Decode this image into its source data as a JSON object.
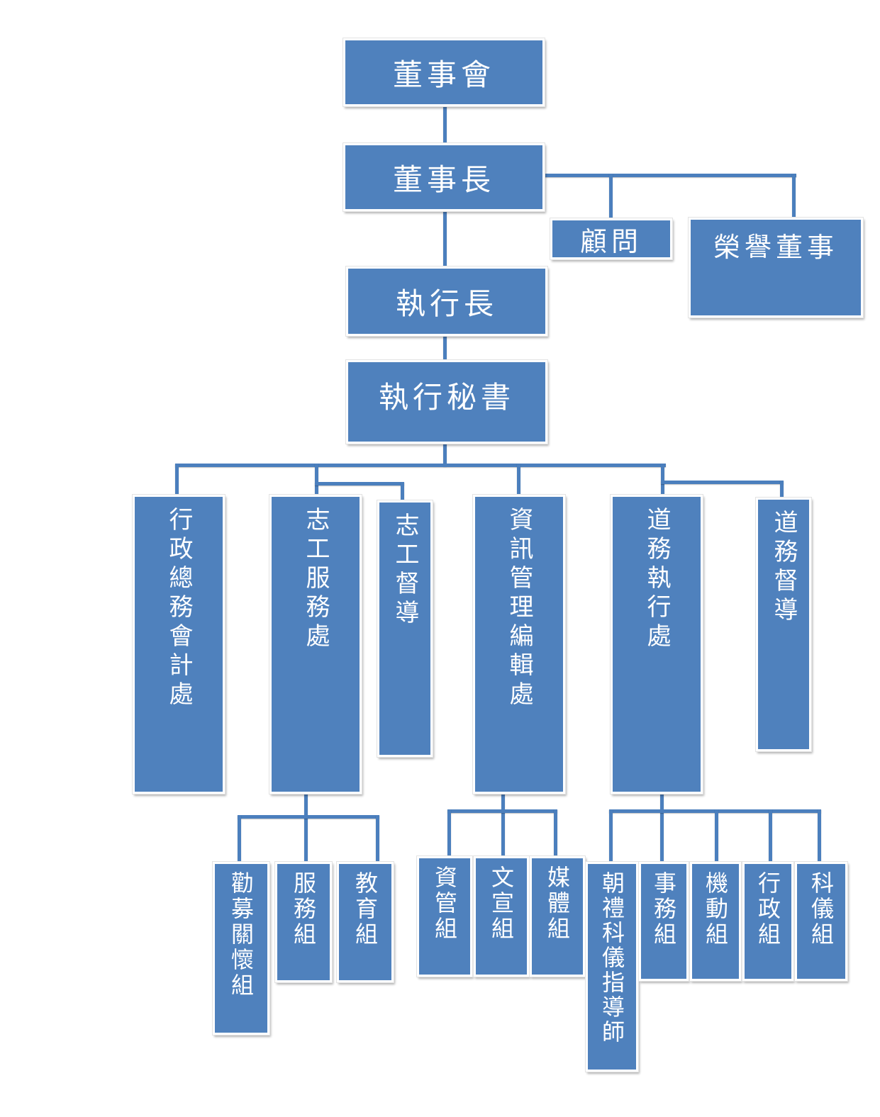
{
  "chart": {
    "board": "董事會",
    "chairman": "董事長",
    "advisor": "顧問",
    "honorary_director": "榮譽董事",
    "ceo": "執行長",
    "executive_secretary": "執行秘書",
    "dept_admin": "行政總務會計處",
    "dept_volunteer": "志工服務處",
    "volunteer_supervision": "志工督導",
    "dept_info": "資訊管理編輯處",
    "dept_dao": "道務執行處",
    "dao_supervision": "道務督導",
    "group_fundraising": "勸募關懷組",
    "group_service": "服務組",
    "group_education": "教育組",
    "group_infomgmt": "資管組",
    "group_publicity": "文宣組",
    "group_media": "媒體組",
    "group_ritual_mentor": "朝禮科儀指導師",
    "group_affairs": "事務組",
    "group_mobile": "機動組",
    "group_admin": "行政組",
    "group_ritual": "科儀組"
  },
  "colors": {
    "box_fill": "#4f81bd",
    "connector": "#4b7fbd",
    "text": "#ffffff"
  }
}
